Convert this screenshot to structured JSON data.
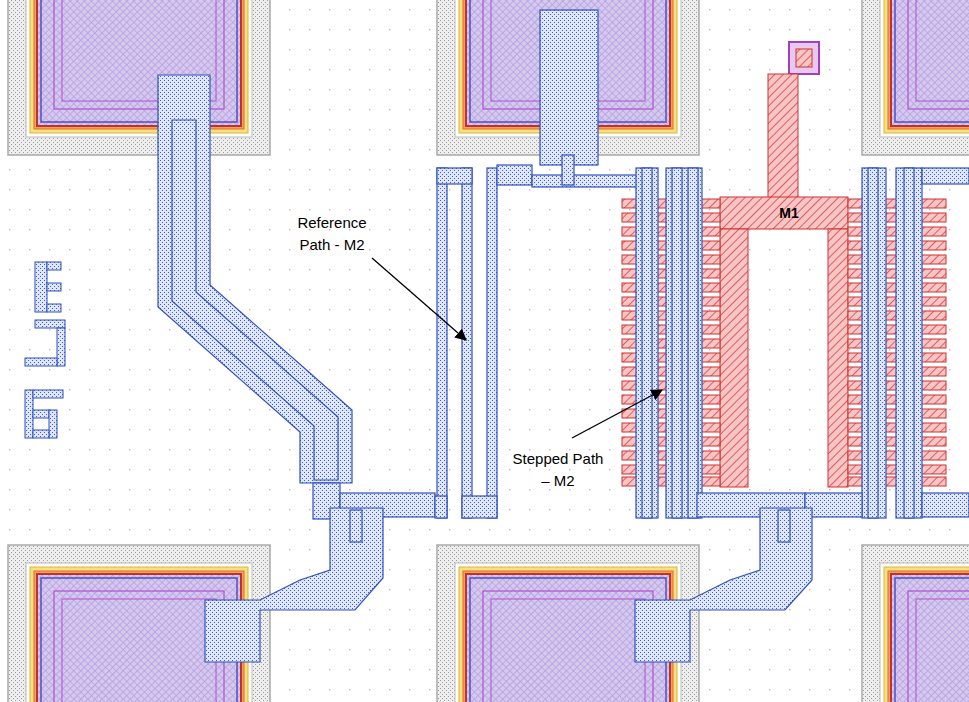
{
  "diagram": {
    "labels": [
      "Reference Path - M2",
      "Stepped Path – M2",
      "M1"
    ]
  }
}
